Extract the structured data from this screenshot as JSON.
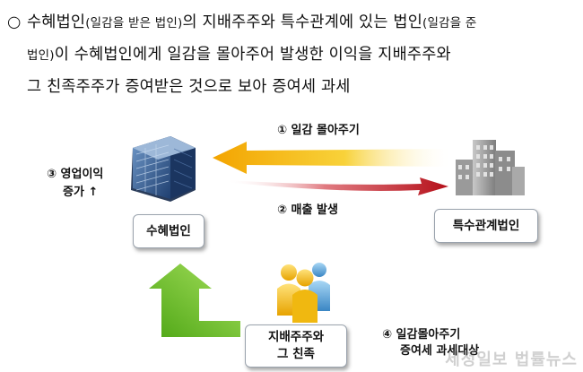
{
  "intro": {
    "bullet": "○",
    "l1_a": "수혜법인",
    "l1_b": "(일감을 받은 법인)",
    "l1_c": "의 지배주주와 특수관계에 있는 법인",
    "l1_d": "(일감을 준",
    "l2_a": "법인)",
    "l2_b": "이 수혜법인에게 일감을 몰아주어 발생한 이익을 지배주주와",
    "l3": "그 친족주주가 증여받은 것으로 보아 증여세 과세"
  },
  "diagram": {
    "step1": "① 일감 몰아주기",
    "step2": "② 매출 발생",
    "step3_line1": "③ 영업이익",
    "step3_line2": "증가 ↑",
    "step4_line1": "④ 일감몰아주기",
    "step4_line2": "증여세 과세대상",
    "beneficiary": "수혜법인",
    "related_corp": "특수관계법인",
    "shareholder_line1": "지배주주와",
    "shareholder_line2": "그 친족"
  },
  "watermark": "세정일보 법률뉴스",
  "colors": {
    "arrow_orange": "#f5b400",
    "arrow_red": "#c0121c",
    "arrow_green": "#5cb21f"
  }
}
